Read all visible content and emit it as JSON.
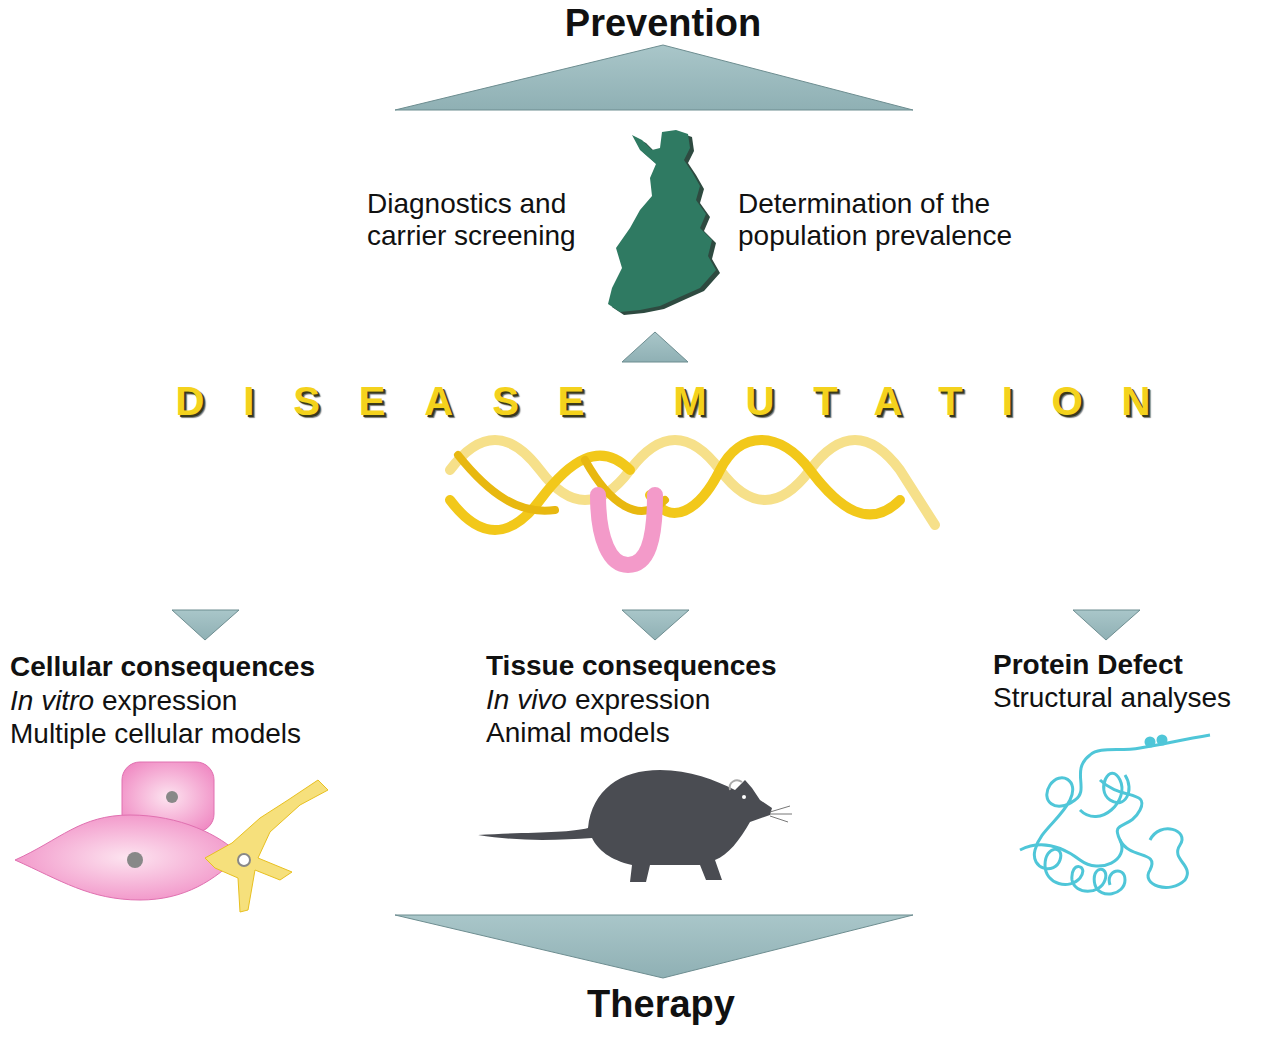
{
  "diagram": {
    "labels": [
      "Prevention",
      "Diagnostics and carrier screening",
      "Determination of the population prevalence",
      "DISEASE MUTATION",
      "Cellular consequences",
      "In vitro",
      "expression",
      "Multiple cellular models",
      "Tissue consequences",
      "In vivo",
      "expression",
      "Animal models",
      "Protein Defect",
      "Structural analyses",
      "Therapy"
    ]
  }
}
